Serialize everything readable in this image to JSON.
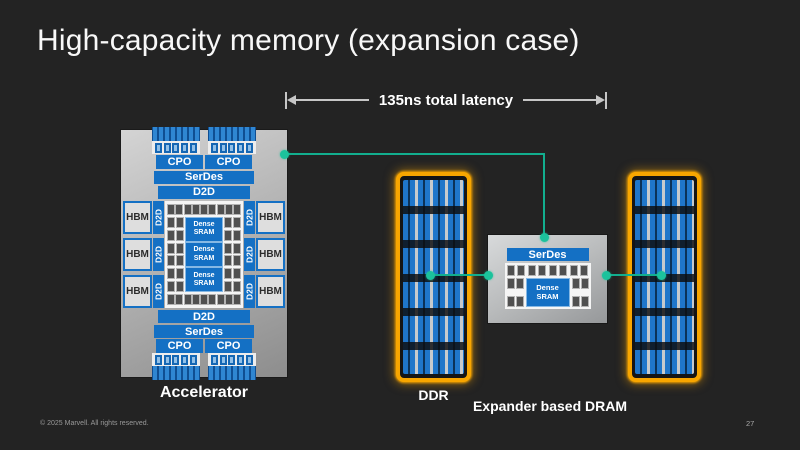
{
  "slide": {
    "title": "High-capacity memory (expansion case)",
    "footer_copyright": "© 2025 Marvell. All rights reserved.",
    "page_number": "27"
  },
  "latency_annotation": {
    "label": "135ns total latency"
  },
  "diagram": {
    "accelerator": {
      "label": "Accelerator",
      "cpo": "CPO",
      "serdes": "SerDes",
      "d2d": "D2D",
      "hbm": "HBM",
      "dense_sram_line1": "Dense",
      "dense_sram_line2": "SRAM"
    },
    "ddr": {
      "label": "DDR"
    },
    "expander": {
      "label": "Expander based DRAM",
      "serdes": "SerDes",
      "dense_sram_line1": "Dense",
      "dense_sram_line2": "SRAM"
    },
    "colors": {
      "background": "#232323",
      "block_blue": "#1470c4",
      "connection_teal": "#14b392",
      "dimm_orange": "#f8a600",
      "chip_silver": "#b4b4b4"
    }
  }
}
